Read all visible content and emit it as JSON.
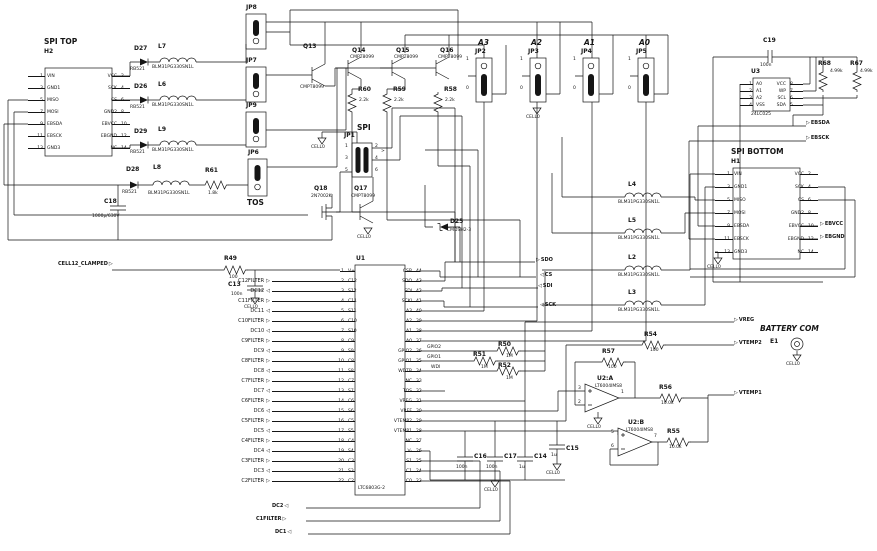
{
  "icons": {
    "port_out": "▷",
    "port_in": "◁",
    "chevron": ">"
  },
  "ground_label": "CELL0",
  "ports": {
    "cell12": "CELL12_CLAMPED",
    "sdo": "SDO",
    "cs": "CS",
    "sdi": "SDI",
    "sck": "SCK",
    "ebsda": "EBSDA",
    "ebsck": "EBSCK",
    "ebvcc": "EBVCC",
    "ebgnd": "EBGND",
    "vreg": "VREG",
    "vtemp2": "VTEMP2",
    "vtemp1": "VTEMP1"
  },
  "nets": {
    "gpio2": "GPIO2",
    "gpio1": "GPIO1",
    "wdi": "WDI"
  },
  "connectors": {
    "h2": {
      "title": "SPI TOP",
      "ref": "H2",
      "rows": [
        [
          "1",
          "VIN",
          "VCC",
          "2"
        ],
        [
          "3",
          "GND1",
          "SCK",
          "4"
        ],
        [
          "5",
          "MISO",
          "CS",
          "6"
        ],
        [
          "7",
          "MOSI",
          "GND2",
          "8"
        ],
        [
          "9",
          "EBSDA",
          "EBVCC",
          "10"
        ],
        [
          "11",
          "EBSCK",
          "EBGND",
          "12"
        ],
        [
          "13",
          "GND3",
          "NC",
          "14"
        ]
      ]
    },
    "h1": {
      "title": "SPI BOTTOM",
      "ref": "H1",
      "rows": [
        [
          "1",
          "VIN",
          "VCC",
          "2"
        ],
        [
          "3",
          "GND1",
          "SCK",
          "4"
        ],
        [
          "5",
          "MISO",
          "CS",
          "6"
        ],
        [
          "7",
          "MOSI",
          "GND2",
          "8"
        ],
        [
          "9",
          "EBSDA",
          "EBVCC",
          "10"
        ],
        [
          "11",
          "EBSCK",
          "EBGND",
          "12"
        ],
        [
          "13",
          "GND3",
          "NC",
          "14"
        ]
      ]
    },
    "jp1": {
      "title": "SPI",
      "ref": "JP1",
      "pins": [
        "1",
        "2",
        "3",
        "4",
        "5",
        "6"
      ]
    }
  },
  "ics": {
    "u1": {
      "ref": "U1",
      "part": "LTC6803G-2",
      "left": [
        [
          "1",
          "V+"
        ],
        [
          "2",
          "C12"
        ],
        [
          "3",
          "S12"
        ],
        [
          "4",
          "C11"
        ],
        [
          "5",
          "S11"
        ],
        [
          "6",
          "C10"
        ],
        [
          "7",
          "S10"
        ],
        [
          "8",
          "C9"
        ],
        [
          "9",
          "S9"
        ],
        [
          "10",
          "C8"
        ],
        [
          "11",
          "S8"
        ],
        [
          "12",
          "C7"
        ],
        [
          "13",
          "S7"
        ],
        [
          "14",
          "C6"
        ],
        [
          "15",
          "S6"
        ],
        [
          "16",
          "C5"
        ],
        [
          "17",
          "S5"
        ],
        [
          "18",
          "C4"
        ],
        [
          "19",
          "S4"
        ],
        [
          "20",
          "C3"
        ],
        [
          "21",
          "S3"
        ],
        [
          "22",
          "C2"
        ]
      ],
      "right": [
        [
          "44",
          "CSB"
        ],
        [
          "43",
          "SDO"
        ],
        [
          "42",
          "SDI"
        ],
        [
          "41",
          "SCKI"
        ],
        [
          "40",
          "A3"
        ],
        [
          "39",
          "A2"
        ],
        [
          "38",
          "A1"
        ],
        [
          "37",
          "A0"
        ],
        [
          "36",
          "GPIO2"
        ],
        [
          "35",
          "GPIO1"
        ],
        [
          "34",
          "WDTB"
        ],
        [
          "33",
          "NC"
        ],
        [
          "32",
          "TOS"
        ],
        [
          "31",
          "VREG"
        ],
        [
          "30",
          "VREF"
        ],
        [
          "29",
          "VTEMP2"
        ],
        [
          "28",
          "VTEMP1"
        ],
        [
          "27",
          "NC"
        ],
        [
          "26",
          "V-"
        ],
        [
          "25",
          "S1"
        ],
        [
          "24",
          "C1"
        ],
        [
          "23",
          "C0"
        ]
      ]
    },
    "u3": {
      "ref": "U3",
      "part": "24LC025",
      "rows": [
        [
          "1",
          "A0",
          "VCC",
          "8"
        ],
        [
          "2",
          "A1",
          "WP",
          "7"
        ],
        [
          "3",
          "A2",
          "SCL",
          "6"
        ],
        [
          "4",
          "VSS",
          "SDA",
          "5"
        ]
      ]
    }
  },
  "opamps": {
    "a": {
      "ref": "U2:A",
      "part": "LT6004IMS8",
      "pins": [
        "3",
        "2",
        "1"
      ]
    },
    "b": {
      "ref": "U2:B",
      "part": "LT6004IMS8",
      "pins": [
        "5",
        "6",
        "7"
      ]
    }
  },
  "diodes": [
    {
      "ref": "D27",
      "val": "RB521"
    },
    {
      "ref": "D26",
      "val": "RB521"
    },
    {
      "ref": "D29",
      "val": "RB521"
    },
    {
      "ref": "D28",
      "val": "RB521"
    },
    {
      "ref": "D25",
      "val": "CMDSH2-3"
    }
  ],
  "inductors": [
    {
      "ref": "L7",
      "val": "BLM31PG330SN1L"
    },
    {
      "ref": "L6",
      "val": "BLM31PG330SN1L"
    },
    {
      "ref": "L9",
      "val": "BLM31PG330SN1L"
    },
    {
      "ref": "L8",
      "val": "BLM31PG330SN1L"
    },
    {
      "ref": "L4",
      "val": "BLM31PG330SN1L"
    },
    {
      "ref": "L5",
      "val": "BLM31PG330SN1L"
    },
    {
      "ref": "L2",
      "val": "BLM31PG330SN1L"
    },
    {
      "ref": "L3",
      "val": "BLM31PG330SN1L"
    }
  ],
  "resistors": [
    {
      "ref": "R61",
      "val": "1.8k"
    },
    {
      "ref": "R60",
      "val": "2.2k"
    },
    {
      "ref": "R59",
      "val": "2.2k"
    },
    {
      "ref": "R58",
      "val": "2.2k"
    },
    {
      "ref": "R49",
      "val": "100"
    },
    {
      "ref": "R50",
      "val": "1M"
    },
    {
      "ref": "R51",
      "val": "1M"
    },
    {
      "ref": "R52",
      "val": "1M"
    },
    {
      "ref": "R57",
      "val": "100"
    },
    {
      "ref": "R54",
      "val": "100"
    },
    {
      "ref": "R56",
      "val": "10.0k"
    },
    {
      "ref": "R55",
      "val": "10.0k"
    },
    {
      "ref": "R68",
      "val": "4.99k"
    },
    {
      "ref": "R67",
      "val": "4.99k"
    }
  ],
  "capacitors": [
    {
      "ref": "C18",
      "val": "1000p/630V"
    },
    {
      "ref": "C13",
      "val": "100n"
    },
    {
      "ref": "C19",
      "val": "100n"
    },
    {
      "ref": "C16",
      "val": "100n"
    },
    {
      "ref": "C17",
      "val": "100n"
    },
    {
      "ref": "C14",
      "val": "1u"
    },
    {
      "ref": "C15",
      "val": "1u"
    }
  ],
  "transistors": [
    {
      "ref": "Q13",
      "val": "CMPT8099"
    },
    {
      "ref": "Q14",
      "val": "CMPT8099"
    },
    {
      "ref": "Q15",
      "val": "CMPT8099"
    },
    {
      "ref": "Q16",
      "val": "CMPT8099"
    },
    {
      "ref": "Q18",
      "val": "2N7002K"
    },
    {
      "ref": "Q17",
      "val": "CMPT8099"
    }
  ],
  "jumpers": {
    "left": [
      {
        "ref": "JP8"
      },
      {
        "ref": "JP7"
      },
      {
        "ref": "JP9"
      },
      {
        "ref": "JP6"
      }
    ],
    "tos_label": "TOS",
    "address": [
      {
        "title": "A3",
        "ref": "JP2"
      },
      {
        "title": "A2",
        "ref": "JP3"
      },
      {
        "title": "A1",
        "ref": "JP4"
      },
      {
        "title": "A0",
        "ref": "JP5"
      }
    ],
    "marks": {
      "one": "1",
      "zero": "0"
    }
  },
  "filters": {
    "rows": [
      {
        "label": "C12FILTER",
        "dir": "in"
      },
      {
        "label": "DC12",
        "dir": "out"
      },
      {
        "label": "C11FILTER",
        "dir": "in"
      },
      {
        "label": "DC11",
        "dir": "out"
      },
      {
        "label": "C10FILTER",
        "dir": "in"
      },
      {
        "label": "DC10",
        "dir": "out"
      },
      {
        "label": "C9FILTER",
        "dir": "in"
      },
      {
        "label": "DC9",
        "dir": "out"
      },
      {
        "label": "C8FILTER",
        "dir": "in"
      },
      {
        "label": "DC8",
        "dir": "out"
      },
      {
        "label": "C7FILTER",
        "dir": "in"
      },
      {
        "label": "DC7",
        "dir": "out"
      },
      {
        "label": "C6FILTER",
        "dir": "in"
      },
      {
        "label": "DC6",
        "dir": "out"
      },
      {
        "label": "C5FILTER",
        "dir": "in"
      },
      {
        "label": "DC5",
        "dir": "out"
      },
      {
        "label": "C4FILTER",
        "dir": "in"
      },
      {
        "label": "DC4",
        "dir": "out"
      },
      {
        "label": "C3FILTER",
        "dir": "in"
      },
      {
        "label": "DC3",
        "dir": "out"
      },
      {
        "label": "C2FILTER",
        "dir": "in"
      }
    ],
    "bottom": [
      {
        "label": "DC2",
        "dir": "out"
      },
      {
        "label": "C1FILTER",
        "dir": "in"
      },
      {
        "label": "DC1",
        "dir": "out"
      }
    ]
  },
  "battery": {
    "title": "BATTERY COM",
    "ref": "E1"
  }
}
